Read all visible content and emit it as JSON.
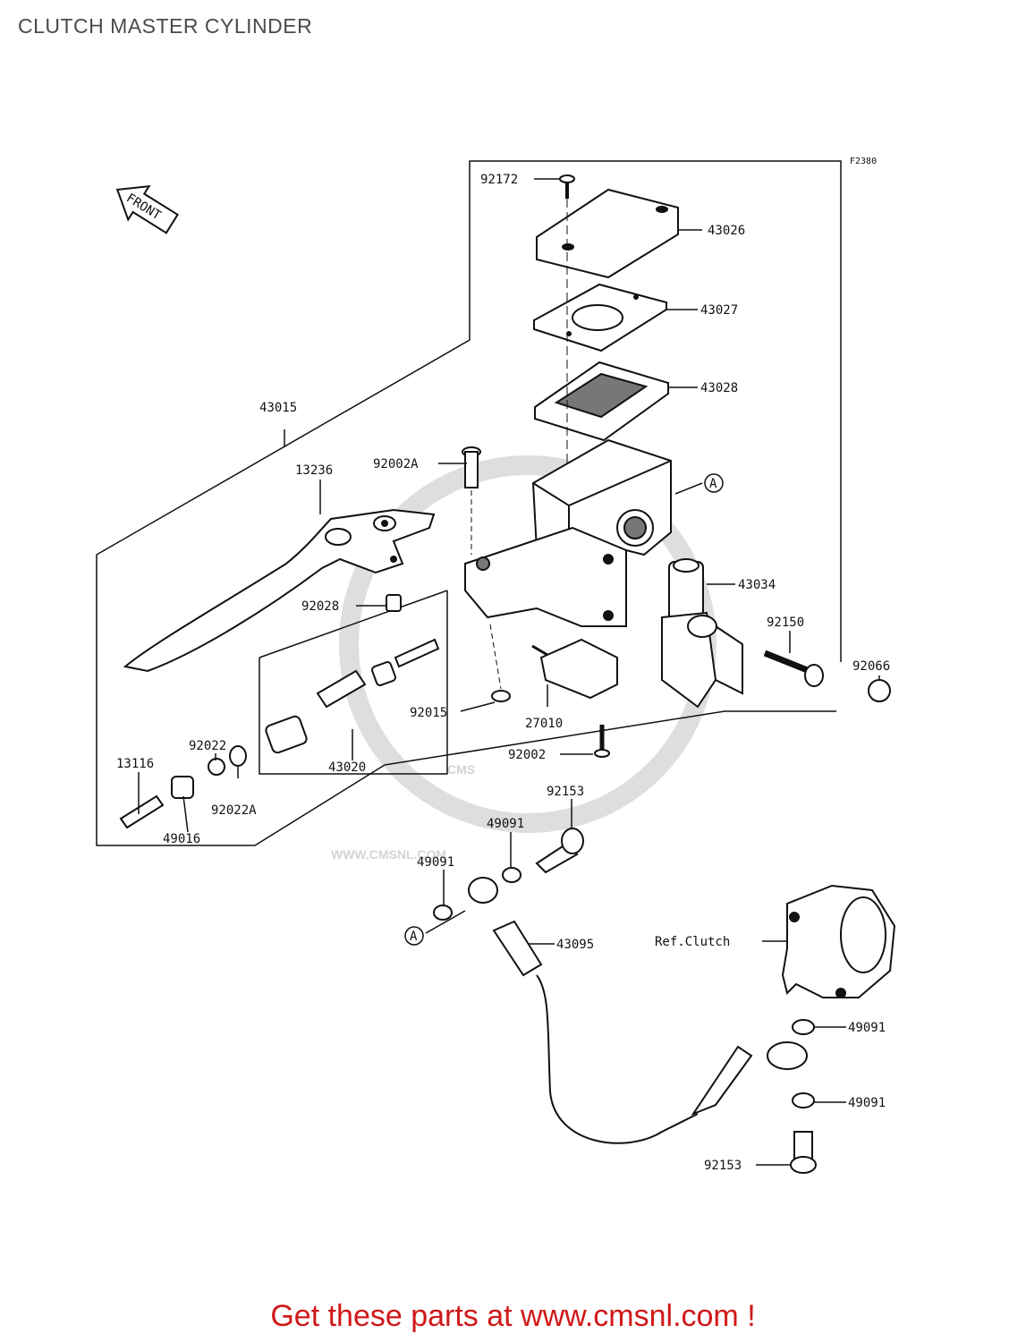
{
  "title": "CLUTCH MASTER CYLINDER",
  "figure_code": "F2380",
  "front_label": "FRONT",
  "callouts": {
    "a1": "A",
    "a2": "A"
  },
  "watermark": {
    "brand": "CMS",
    "url": "WWW.CMSNL.COM"
  },
  "parts": {
    "p92172": "92172",
    "p43026": "43026",
    "p43027": "43027",
    "p43028": "43028",
    "p43015": "43015",
    "p13236": "13236",
    "p92002A": "92002A",
    "p43034": "43034",
    "p92028": "92028",
    "p92150": "92150",
    "p92066": "92066",
    "p92015": "92015",
    "p27010": "27010",
    "p92022": "92022",
    "p13116": "13116",
    "p92002": "92002",
    "p43020": "43020",
    "p92022A": "92022A",
    "p92153a": "92153",
    "p49016": "49016",
    "p49091a": "49091",
    "p49091b": "49091",
    "p43095": "43095",
    "refclutch": "Ref.Clutch",
    "p49091c": "49091",
    "p49091d": "49091",
    "p92153b": "92153"
  },
  "footer": "Get these parts at www.cmsnl.com !",
  "colors": {
    "footer": "#d01818",
    "lines": "#111111",
    "watermark": "#d4d4d4"
  }
}
